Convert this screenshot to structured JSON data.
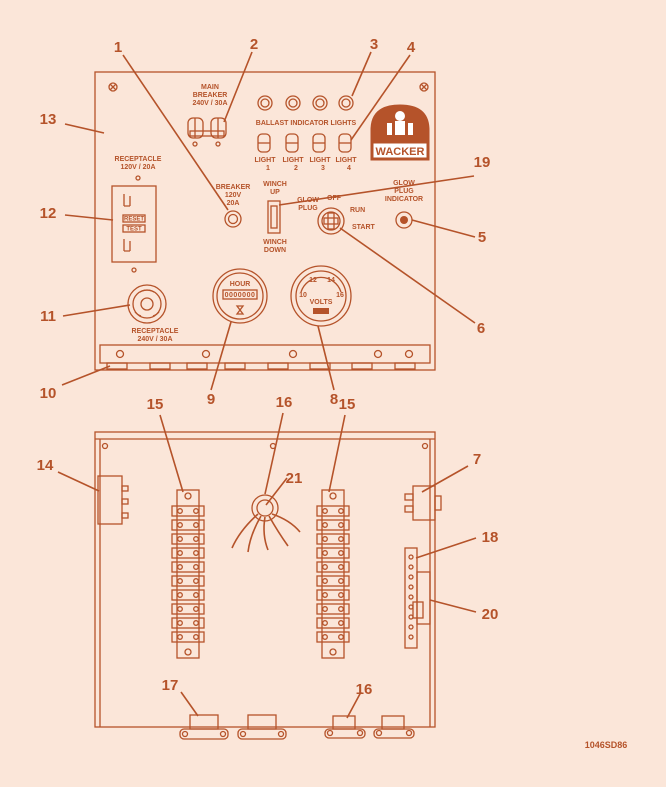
{
  "callouts": [
    "1",
    "2",
    "3",
    "4",
    "5",
    "6",
    "7",
    "8",
    "9",
    "10",
    "11",
    "12",
    "13",
    "14",
    "15",
    "16",
    "17",
    "18",
    "19",
    "20",
    "21"
  ],
  "labels": {
    "main_breaker_1": "MAIN",
    "main_breaker_2": "BREAKER",
    "main_breaker_3": "240V / 30A",
    "ballast_lights": "BALLAST INDICATOR LIGHTS",
    "light1_a": "LIGHT",
    "light1_b": "1",
    "light2_a": "LIGHT",
    "light2_b": "2",
    "light3_a": "LIGHT",
    "light3_b": "3",
    "light4_a": "LIGHT",
    "light4_b": "4",
    "receptacle_120_1": "RECEPTACLE",
    "receptacle_120_2": "120V / 20A",
    "reset": "RESET",
    "test": "TEST",
    "breaker_1": "BREAKER",
    "breaker_2": "120V",
    "breaker_3": "20A",
    "winch_up_1": "WINCH",
    "winch_up_2": "UP",
    "winch_down_1": "WINCH",
    "winch_down_2": "DOWN",
    "glow_plug_1": "GLOW",
    "glow_plug_2": "PLUG",
    "off": "OFF",
    "run": "RUN",
    "start": "START",
    "glow_ind_1": "GLOW",
    "glow_ind_2": "PLUG",
    "glow_ind_3": "INDICATOR",
    "logo": "WACKER",
    "hour": "HOUR",
    "hour_digits": "0000000",
    "volts": "VOLTS",
    "gauge_10": "10",
    "gauge_12": "12",
    "gauge_14": "14",
    "gauge_16": "16",
    "receptacle_240_1": "RECEPTACLE",
    "receptacle_240_2": "240V / 30A",
    "figure_code": "1046SD86"
  },
  "colors": {
    "line": "#b5532a",
    "background": "#fbe6d9",
    "fill": "#ffffff"
  }
}
